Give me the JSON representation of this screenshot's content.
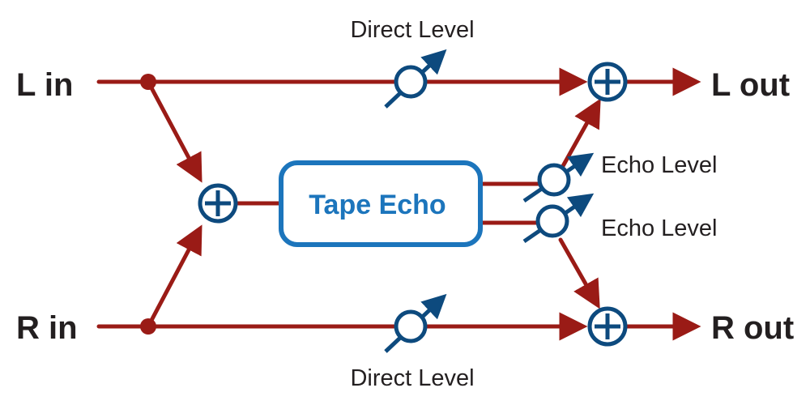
{
  "colors": {
    "signal": "#9a1b16",
    "control": "#0d4a7e",
    "effect": "#1c75bc",
    "text": "#231f20"
  },
  "inputs": {
    "left": "L in",
    "right": "R in"
  },
  "outputs": {
    "left": "L out",
    "right": "R out"
  },
  "effect": {
    "label": "Tape Echo"
  },
  "levels": {
    "direct_top": "Direct Level",
    "direct_bottom": "Direct Level",
    "echo_top": "Echo Level",
    "echo_bottom": "Echo Level"
  },
  "icons": [
    "mixer-plus-icon",
    "level-knob-icon",
    "signal-arrow-icon"
  ]
}
